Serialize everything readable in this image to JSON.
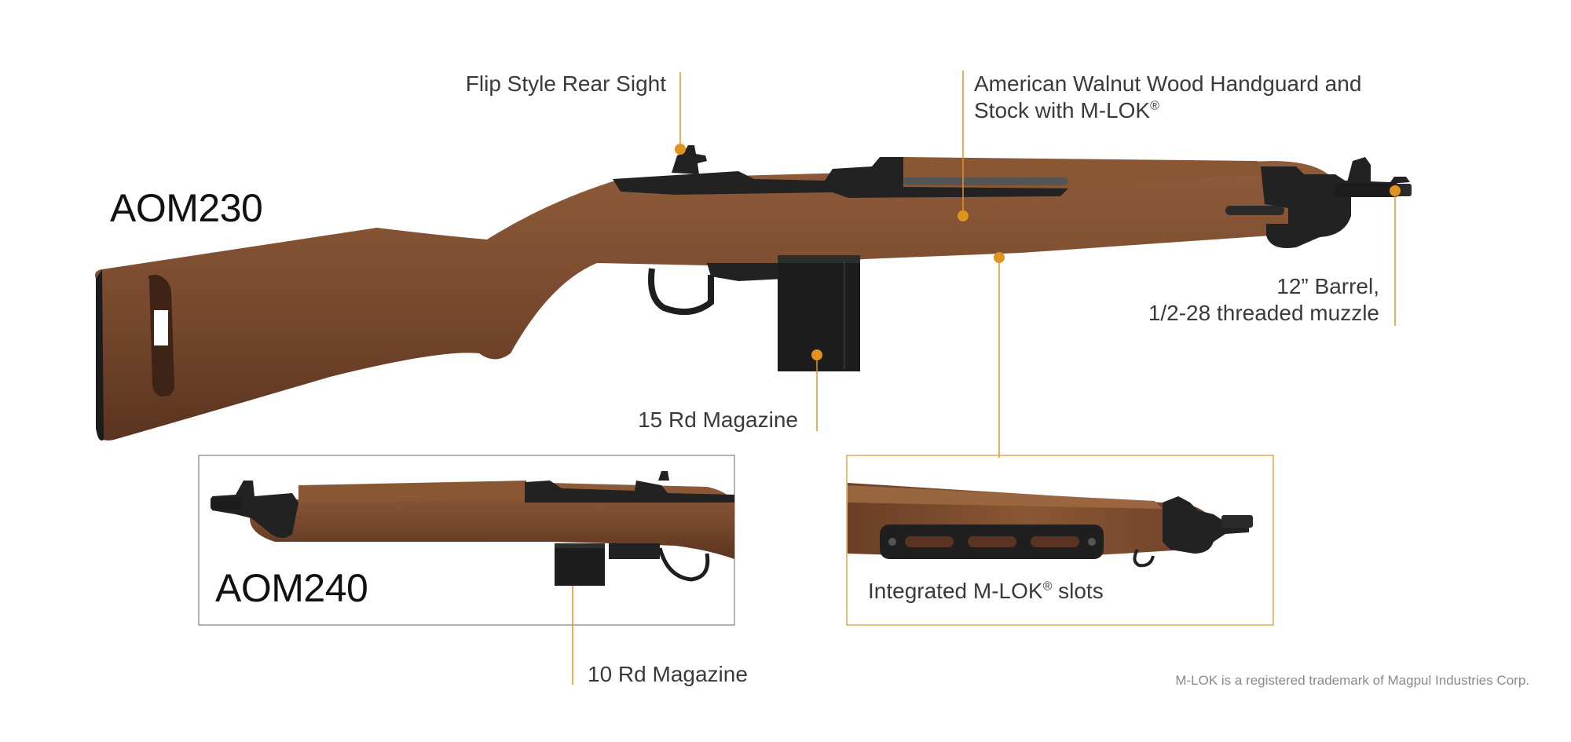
{
  "models": {
    "primary": "AOM230",
    "secondary": "AOM240"
  },
  "callouts": {
    "rear_sight": "Flip Style Rear Sight",
    "handguard_line1": "American Walnut Wood Handguard and",
    "handguard_line2": "Stock with M-LOK",
    "barrel_line1": "12” Barrel,",
    "barrel_line2": "1/2-28 threaded muzzle",
    "magazine_15": "15 Rd Magazine",
    "magazine_10": "10 Rd Magazine",
    "mlok_slots_pre": "Integrated M-LOK",
    "mlok_slots_post": " slots"
  },
  "registered_mark": "®",
  "footnote": "M-LOK is a registered trademark of Magpul Industries Corp.",
  "colors": {
    "accent": "#E0941E",
    "walnut_dark": "#5A3420",
    "walnut_mid": "#7A4A2E",
    "walnut_light": "#8E5C3A",
    "metal": "#222222",
    "inset_border_gray": "#9A9A9A",
    "inset_border_orange": "#E0A84A"
  },
  "icons": [
    "callout-dot-icon"
  ]
}
